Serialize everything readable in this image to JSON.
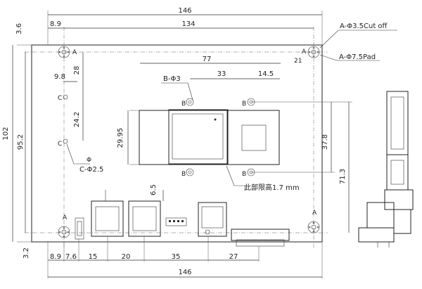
{
  "dimensions": {
    "top_width": "146",
    "bottom_width": "146",
    "top_offset": "3.6",
    "bottom_offset": "3.2",
    "left_hole": "8.9",
    "hole_span": "134",
    "right_hole": "21",
    "total_height": "102",
    "hole_height": "95.2",
    "chip_width": "77",
    "chip_right_a": "33",
    "chip_right_b": "14.5",
    "small_hole_x": "9.8",
    "small_hole_y": "28",
    "small_hole_pitch": "24.2",
    "chip_height": "29.95",
    "chip_mount_height": "37.8",
    "chip_mount_offset": "71.3",
    "connector_height": "6.5",
    "bottom_8_9": "8.9",
    "bottom_7_6": "7.6",
    "bottom_15": "15",
    "bottom_20": "20",
    "bottom_35": "35",
    "bottom_27": "27"
  },
  "labels": {
    "cut_off": "A-Φ3.5Cut off",
    "pad": "A-Φ7.5Pad",
    "b_hole": "B-Φ3",
    "c_hole": "C-Φ2.5",
    "height_limit": "此部限高1.7 mm",
    "a": "A",
    "b": "B",
    "c": "C",
    "phi": "Φ"
  }
}
